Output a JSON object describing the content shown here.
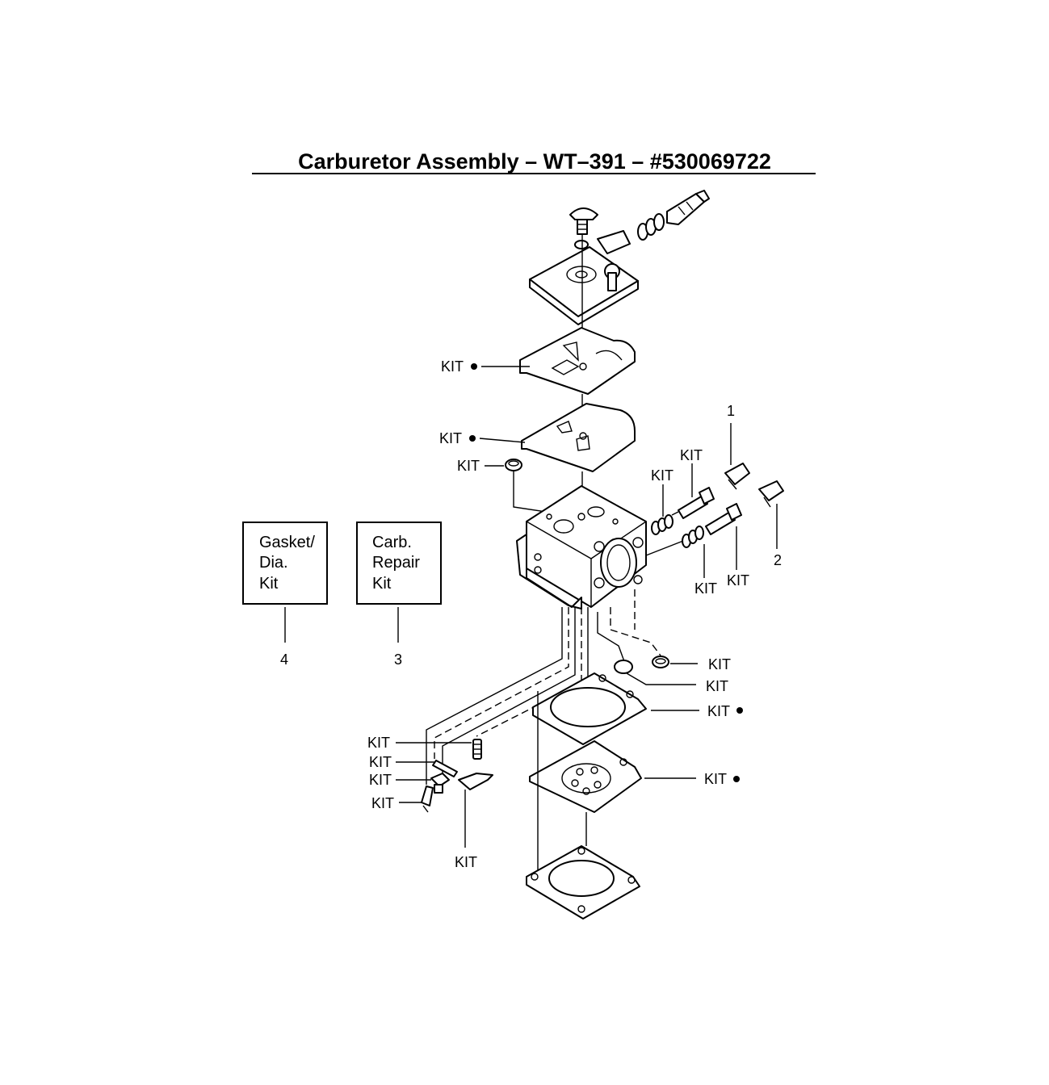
{
  "title": "Carburetor Assembly – WT–391 – #530069722",
  "kit_label": "KIT",
  "callouts": [
    "1",
    "2",
    "3",
    "4"
  ],
  "kit_boxes": [
    {
      "lines": [
        "Gasket/",
        "Dia.",
        "Kit"
      ],
      "ref": "4"
    },
    {
      "lines": [
        "Carb.",
        "Repair",
        "Kit"
      ],
      "ref": "3"
    }
  ]
}
